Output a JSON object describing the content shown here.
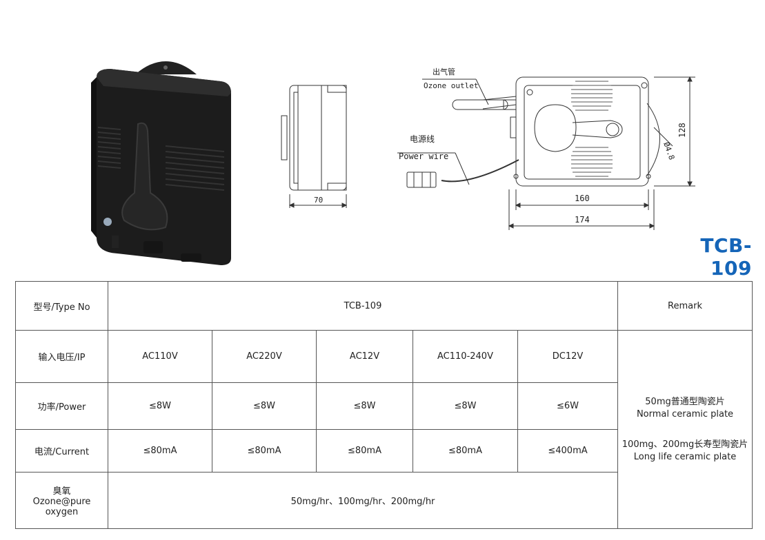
{
  "title": "TCB-109",
  "drawing": {
    "ozone_outlet_cn": "出气管",
    "ozone_outlet_en": "Ozone outlet",
    "power_wire_cn": "电源线",
    "power_wire_en": "Power wire",
    "dim_width_side": "70",
    "dim_height": "128",
    "dim_inner": "160",
    "dim_outer": "174",
    "dim_hole": "Ø4.8"
  },
  "table": {
    "type_label": "型号/Type No",
    "type_value": "TCB-109",
    "remark_label": "Remark",
    "input_label": "输入电压/IP",
    "power_label": "功率/Power",
    "current_label": "电流/Current",
    "ozone_label_cn": "臭氧",
    "ozone_label_en": "Ozone@pure oxygen",
    "ozone_value": "50mg/hr、100mg/hr、200mg/hr",
    "columns": [
      {
        "voltage": "AC110V",
        "power": "≤8W",
        "current": "≤80mA"
      },
      {
        "voltage": "AC220V",
        "power": "≤8W",
        "current": "≤80mA"
      },
      {
        "voltage": "AC12V",
        "power": "≤8W",
        "current": "≤80mA"
      },
      {
        "voltage": "AC110-240V",
        "power": "≤8W",
        "current": "≤80mA"
      },
      {
        "voltage": "DC12V",
        "power": "≤6W",
        "current": "≤400mA"
      }
    ],
    "remark_1_cn": "50mg普通型陶瓷片",
    "remark_1_en": "Normal ceramic plate",
    "remark_2_cn": "100mg、200mg长寿型陶瓷片",
    "remark_2_en": "Long life ceramic plate"
  }
}
